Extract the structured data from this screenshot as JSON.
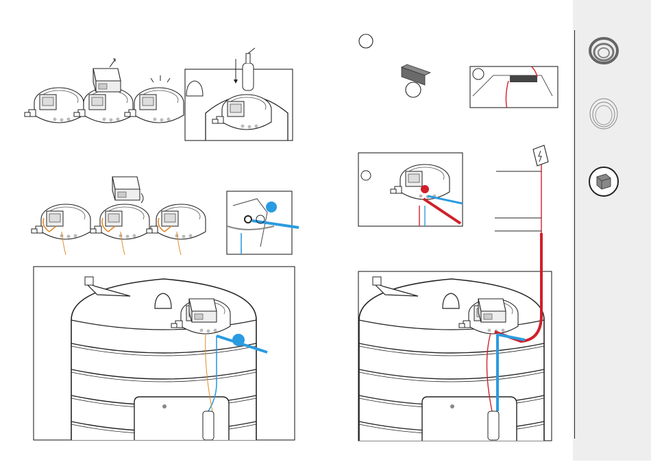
{
  "colors": {
    "page": "#ffffff",
    "sidebar": "#eeeeef",
    "line": "#1a1a1a",
    "cable_red": "#d0202a",
    "pipe_blue": "#2a9be0",
    "wire_orange": "#e08a2a",
    "part_gray": "#6a6a6a"
  },
  "sidebar": {
    "icons": [
      "coiled-hose-icon",
      "coiled-wire-icon",
      "grey-block-icon"
    ]
  },
  "left_page": {
    "steps_row1": [
      "lid-removed",
      "lid-lifted",
      "lid-clicked",
      "detail-float-insert"
    ],
    "steps_row2": [
      "hose-attach-1",
      "hose-attach-2",
      "hose-attach-3",
      "detail-valve"
    ],
    "main_illustration": "tank-with-pump-and-blue-pipe"
  },
  "right_page": {
    "top_parts": [
      "connector-block",
      "detail-cable-connector"
    ],
    "middle": [
      "detail-pump-red-cable",
      "power-box-icon"
    ],
    "main_illustration": "tank-with-pump-red-and-blue-lines"
  }
}
